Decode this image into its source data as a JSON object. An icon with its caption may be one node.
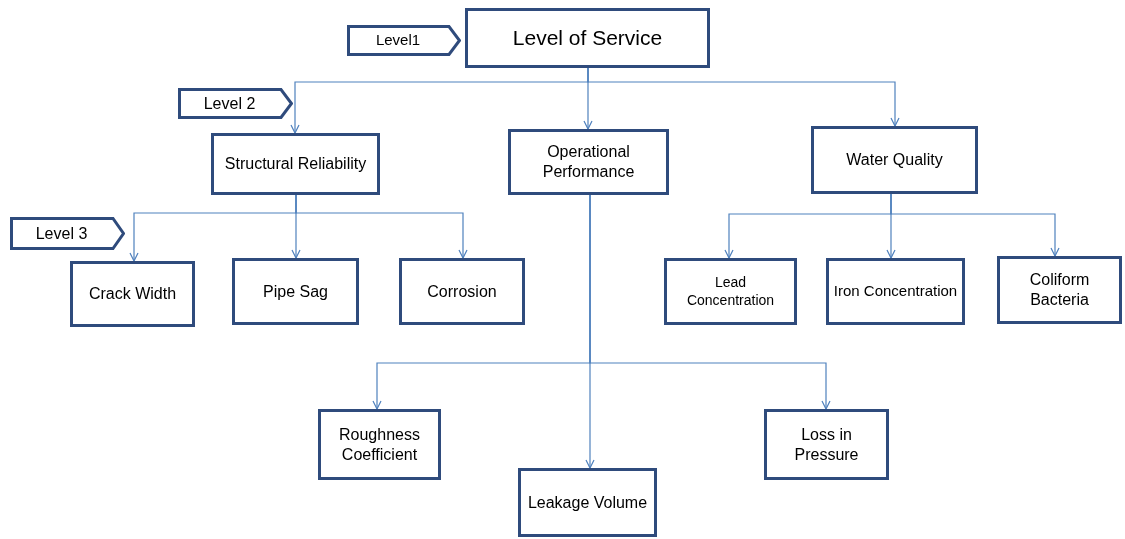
{
  "diagram": {
    "nodes": [
      {
        "text": [
          "Level of Service"
        ]
      },
      {
        "text": [
          "Level1"
        ]
      },
      {
        "text": [
          "Level 2"
        ]
      },
      {
        "text": [
          "Structural Reliability"
        ]
      },
      {
        "text": [
          "Operational Performance"
        ]
      },
      {
        "text": [
          "Water Quality"
        ]
      },
      {
        "text": [
          "Level 3"
        ]
      },
      {
        "text": [
          "Crack Width"
        ]
      },
      {
        "text": [
          "Pipe Sag"
        ]
      },
      {
        "text": [
          "Corrosion"
        ]
      },
      {
        "text": [
          "Lead Concentration"
        ]
      },
      {
        "text": [
          "Iron Concentration"
        ]
      },
      {
        "text": [
          "Coliform Bacteria"
        ]
      },
      {
        "text": [
          "Roughness Coefficient"
        ]
      },
      {
        "text": [
          "Leakage Volume"
        ]
      },
      {
        "text": [
          "Loss in Pressure"
        ]
      }
    ],
    "edges": [
      {
        "from": 0,
        "to": 3,
        "arrow": "to"
      },
      {
        "from": 0,
        "to": 4,
        "arrow": "to"
      },
      {
        "from": 0,
        "to": 5,
        "arrow": "to"
      },
      {
        "from": 3,
        "to": 7,
        "arrow": "to"
      },
      {
        "from": 3,
        "to": 8,
        "arrow": "to"
      },
      {
        "from": 3,
        "to": 9,
        "arrow": "to"
      },
      {
        "from": 5,
        "to": 10,
        "arrow": "to"
      },
      {
        "from": 5,
        "to": 11,
        "arrow": "to"
      },
      {
        "from": 5,
        "to": 12,
        "arrow": "to"
      },
      {
        "from": 4,
        "to": 13,
        "arrow": "to"
      },
      {
        "from": 4,
        "to": 14,
        "arrow": "to"
      },
      {
        "from": 4,
        "to": 15,
        "arrow": "to"
      }
    ]
  }
}
